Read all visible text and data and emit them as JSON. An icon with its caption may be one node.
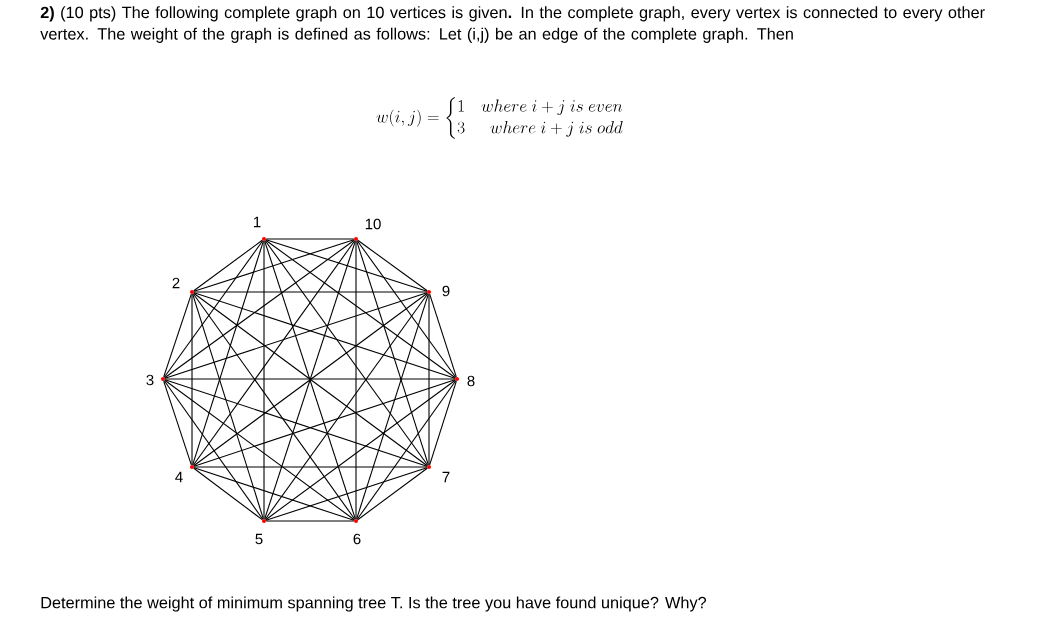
{
  "diagram": {
    "title": "**2)** (10 pts) The following complete graph on 10 vertices is given**.** In the complete graph, every vertex is connected to every other vertex. The weight of the graph is defined as follows: Let (i,j) be an edge of the complete graph. Then",
    "nodes": [
      {
        "text": [
          "1"
        ]
      },
      {
        "text": [
          "10"
        ]
      },
      {
        "text": [
          "9"
        ]
      },
      {
        "text": [
          "8"
        ]
      },
      {
        "text": [
          "7"
        ]
      },
      {
        "text": [
          "6"
        ]
      },
      {
        "text": [
          "5"
        ]
      },
      {
        "text": [
          "4"
        ]
      },
      {
        "text": [
          "3"
        ]
      },
      {
        "text": [
          "2"
        ]
      }
    ],
    "edges": [
      {
        "from": 0,
        "to": 1,
        "arrow": "none"
      },
      {
        "from": 0,
        "to": 2,
        "arrow": "none"
      },
      {
        "from": 0,
        "to": 3,
        "arrow": "none"
      },
      {
        "from": 0,
        "to": 4,
        "arrow": "none"
      },
      {
        "from": 0,
        "to": 5,
        "arrow": "none"
      },
      {
        "from": 0,
        "to": 6,
        "arrow": "none"
      },
      {
        "from": 0,
        "to": 7,
        "arrow": "none"
      },
      {
        "from": 0,
        "to": 8,
        "arrow": "none"
      },
      {
        "from": 0,
        "to": 9,
        "arrow": "none"
      },
      {
        "from": 1,
        "to": 2,
        "arrow": "none"
      },
      {
        "from": 1,
        "to": 3,
        "arrow": "none"
      },
      {
        "from": 1,
        "to": 4,
        "arrow": "none"
      },
      {
        "from": 1,
        "to": 5,
        "arrow": "none"
      },
      {
        "from": 1,
        "to": 6,
        "arrow": "none"
      },
      {
        "from": 1,
        "to": 7,
        "arrow": "none"
      },
      {
        "from": 1,
        "to": 8,
        "arrow": "none"
      },
      {
        "from": 1,
        "to": 9,
        "arrow": "none"
      },
      {
        "from": 2,
        "to": 3,
        "arrow": "none"
      },
      {
        "from": 2,
        "to": 4,
        "arrow": "none"
      },
      {
        "from": 2,
        "to": 5,
        "arrow": "none"
      },
      {
        "from": 2,
        "to": 6,
        "arrow": "none"
      },
      {
        "from": 2,
        "to": 7,
        "arrow": "none"
      },
      {
        "from": 2,
        "to": 8,
        "arrow": "none"
      },
      {
        "from": 2,
        "to": 9,
        "arrow": "none"
      },
      {
        "from": 3,
        "to": 4,
        "arrow": "none"
      },
      {
        "from": 3,
        "to": 5,
        "arrow": "none"
      },
      {
        "from": 3,
        "to": 6,
        "arrow": "none"
      },
      {
        "from": 3,
        "to": 7,
        "arrow": "none"
      },
      {
        "from": 3,
        "to": 8,
        "arrow": "none"
      },
      {
        "from": 3,
        "to": 9,
        "arrow": "none"
      },
      {
        "from": 4,
        "to": 5,
        "arrow": "none"
      },
      {
        "from": 4,
        "to": 6,
        "arrow": "none"
      },
      {
        "from": 4,
        "to": 7,
        "arrow": "none"
      },
      {
        "from": 4,
        "to": 8,
        "arrow": "none"
      },
      {
        "from": 4,
        "to": 9,
        "arrow": "none"
      },
      {
        "from": 5,
        "to": 6,
        "arrow": "none"
      },
      {
        "from": 5,
        "to": 7,
        "arrow": "none"
      },
      {
        "from": 5,
        "to": 8,
        "arrow": "none"
      },
      {
        "from": 5,
        "to": 9,
        "arrow": "none"
      },
      {
        "from": 6,
        "to": 7,
        "arrow": "none"
      },
      {
        "from": 6,
        "to": 8,
        "arrow": "none"
      },
      {
        "from": 6,
        "to": 9,
        "arrow": "none"
      },
      {
        "from": 7,
        "to": 8,
        "arrow": "none"
      },
      {
        "from": 7,
        "to": 9,
        "arrow": "none"
      },
      {
        "from": 8,
        "to": 9,
        "arrow": "none"
      }
    ],
    "labels": [
      "w(i,j)=\\begin{cases}1 & where\\ i+j\\ is\\ even\\\\ 3 & \\ \\ where\\ i+j\\ is\\ odd\\end{cases}",
      "Determine the weight of minimum spanning tree T. Is the tree you have found unique? Why?"
    ]
  }
}
